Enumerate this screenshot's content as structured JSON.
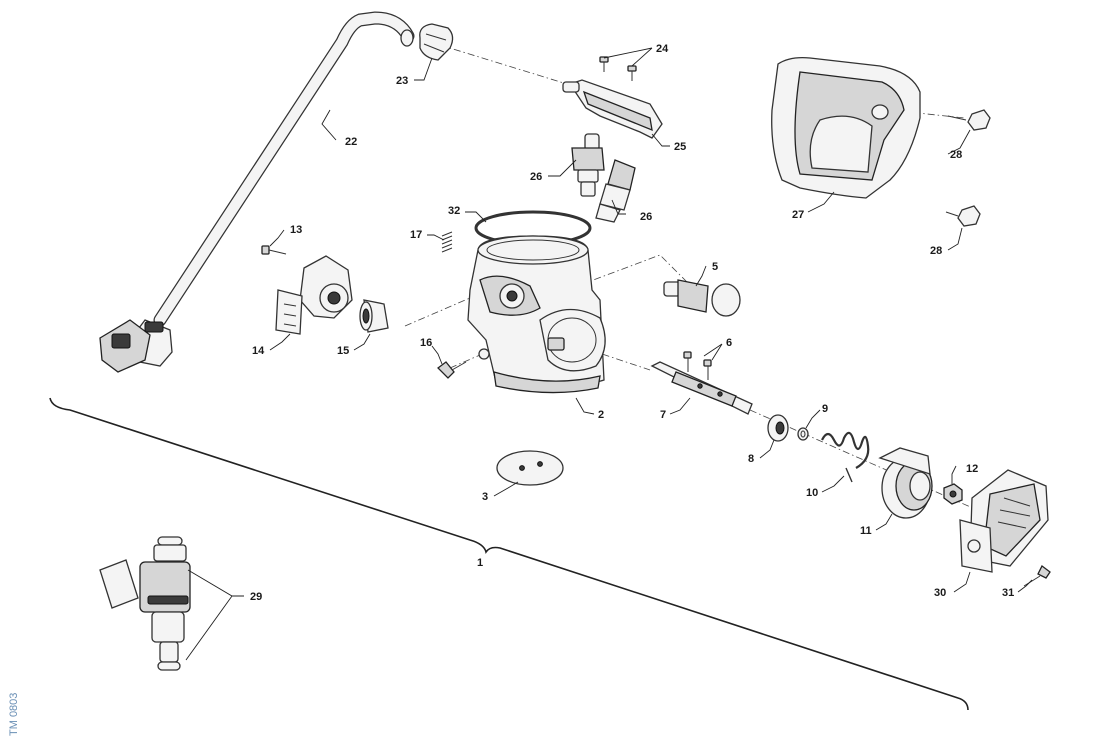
{
  "figure_code": "TM 0803",
  "callouts": {
    "c1": "1",
    "c2": "2",
    "c3": "3",
    "c5": "5",
    "c6": "6",
    "c7": "7",
    "c8": "8",
    "c9": "9",
    "c10": "10",
    "c11": "11",
    "c12": "12",
    "c13": "13",
    "c14": "14",
    "c15": "15",
    "c16": "16",
    "c17": "17",
    "c22": "22",
    "c23": "23",
    "c24": "24",
    "c25": "25",
    "c26a": "26",
    "c26b": "26",
    "c27": "27",
    "c28a": "28",
    "c28b": "28",
    "c29": "29",
    "c30": "30",
    "c31": "31",
    "c32": "32"
  }
}
